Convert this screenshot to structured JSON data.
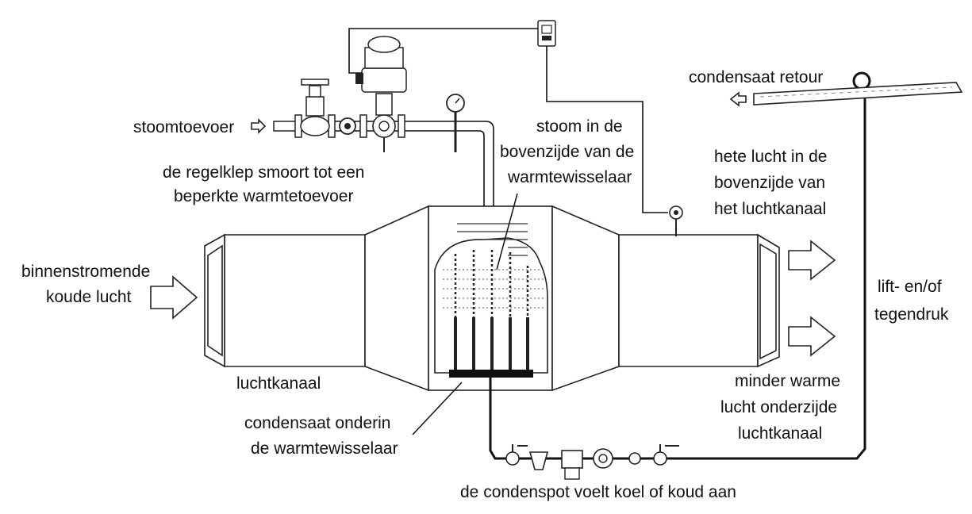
{
  "labels": {
    "steam_supply": "stoomtoevoer",
    "control_valve_line1": "de regelklep smoort tot een",
    "control_valve_line2": "beperkte warmtetoevoer",
    "steam_top_line1": "stoom in de",
    "steam_top_line2": "bovenzijde van de",
    "steam_top_line3": "warmtewisselaar",
    "condensate_return": "condensaat retour",
    "hot_air_line1": "hete lucht in de",
    "hot_air_line2": "bovenzijde van",
    "hot_air_line3": "het luchtkanaal",
    "inflow_line1": "binnenstromende",
    "inflow_line2": "koude lucht",
    "air_duct": "luchtkanaal",
    "lift_line1": "lift- en/of",
    "lift_line2": "tegendruk",
    "less_warm_line1": "minder warme",
    "less_warm_line2": "lucht onderzijde",
    "less_warm_line3": "luchtkanaal",
    "condensate_bottom_line1": "condensaat onderin",
    "condensate_bottom_line2": "de warmtewisselaar",
    "trap_note": "de condenspot voelt koel of koud aan"
  },
  "colors": {
    "line": "#111111",
    "fill": "#ffffff"
  }
}
